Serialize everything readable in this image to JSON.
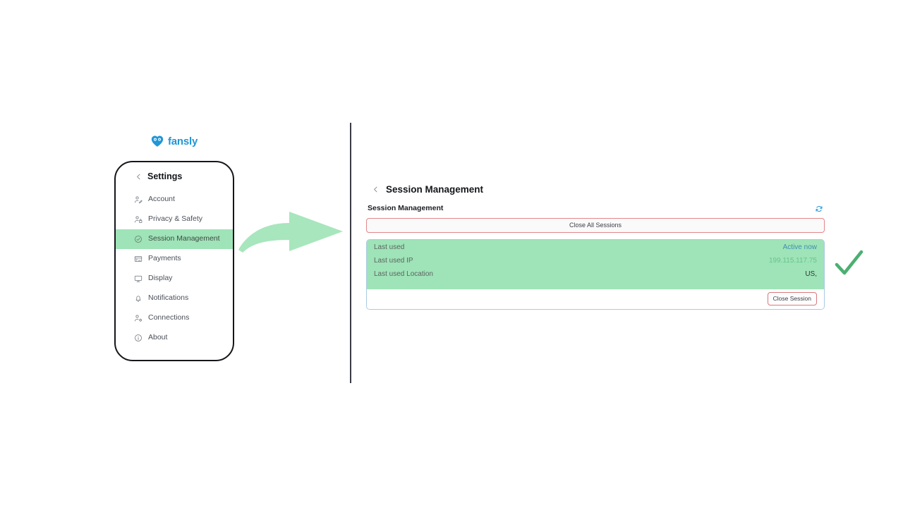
{
  "brand": {
    "name": "fansly",
    "logo_icon": "fansly-heart-logo",
    "color": "#2196d8"
  },
  "settings_panel": {
    "back_icon": "chevron-left-icon",
    "title": "Settings",
    "items": [
      {
        "label": "Account",
        "icon": "person-edit-icon",
        "active": false
      },
      {
        "label": "Privacy & Safety",
        "icon": "person-lock-icon",
        "active": false
      },
      {
        "label": "Session Management",
        "icon": "check-circle-icon",
        "active": true
      },
      {
        "label": "Payments",
        "icon": "credit-card-icon",
        "active": false
      },
      {
        "label": "Display",
        "icon": "monitor-icon",
        "active": false
      },
      {
        "label": "Notifications",
        "icon": "bell-icon",
        "active": false
      },
      {
        "label": "Connections",
        "icon": "person-gear-icon",
        "active": false
      },
      {
        "label": "About",
        "icon": "info-circle-icon",
        "active": false
      }
    ],
    "active_highlight_color": "#9fe3b8"
  },
  "annotations": {
    "arrow_icon": "curved-right-arrow",
    "arrow_color": "#a8e6bd",
    "check_icon": "green-checkmark",
    "check_color": "#4caf72"
  },
  "detail_panel": {
    "back_icon": "chevron-left-icon",
    "title": "Session Management",
    "section_label": "Session Management",
    "refresh_icon": "refresh-icon",
    "refresh_color": "#2196d8",
    "close_all_label": "Close All Sessions",
    "close_all_border_color": "#e2878a",
    "session": {
      "rows": [
        {
          "key": "Last used",
          "value": "Active now",
          "value_color": "#3f8fb0"
        },
        {
          "key": "Last used IP",
          "value": "199.115.117.75",
          "value_color": "#66c58a"
        },
        {
          "key": "Last used Location",
          "value": "US,",
          "value_color": "#2d3733"
        }
      ],
      "close_label": "Close Session",
      "highlight_color": "#9fe3b8",
      "border_color": "#a8cbe4"
    }
  }
}
